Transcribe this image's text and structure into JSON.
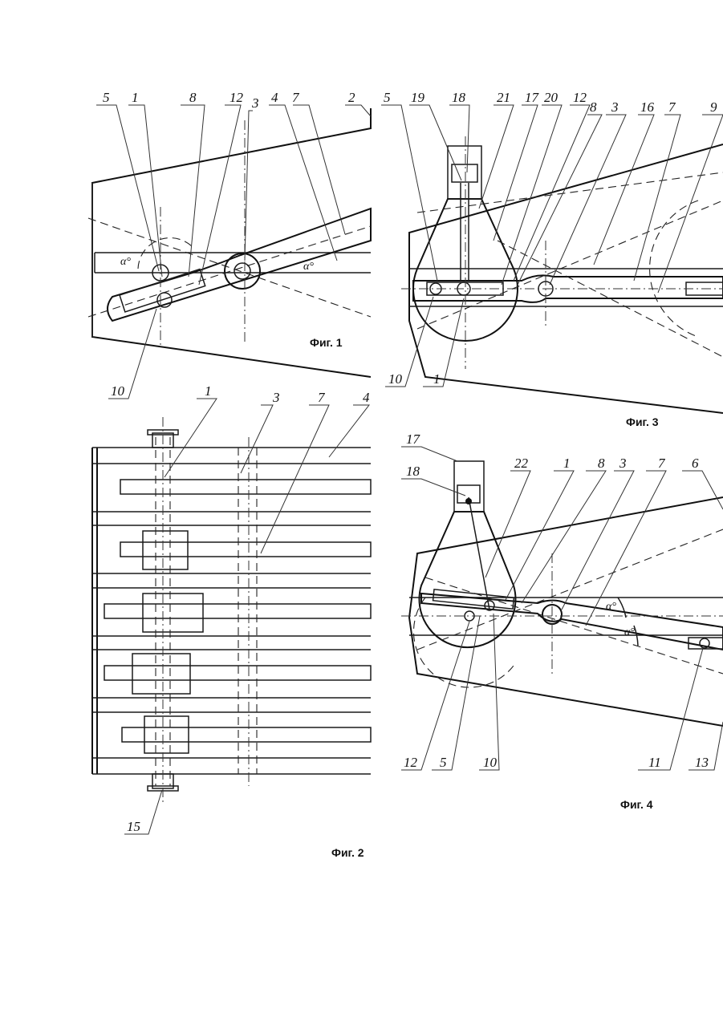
{
  "figures": [
    {
      "caption": "Фиг. 1",
      "labels": [
        "5",
        "1",
        "8",
        "12",
        "3",
        "4",
        "7",
        "2",
        "10"
      ],
      "angle_symbol": "α°"
    },
    {
      "caption": "Фиг. 2",
      "labels": [
        "1",
        "3",
        "7",
        "4",
        "15"
      ]
    },
    {
      "caption": "Фиг. 3",
      "labels": [
        "5",
        "19",
        "18",
        "21",
        "17",
        "20",
        "12",
        "8",
        "3",
        "16",
        "7",
        "9",
        "10",
        "1"
      ]
    },
    {
      "caption": "Фиг. 4",
      "labels": [
        "17",
        "18",
        "22",
        "1",
        "8",
        "3",
        "7",
        "6",
        "12",
        "5",
        "10",
        "11",
        "13"
      ],
      "angle_symbol": "α°"
    }
  ]
}
